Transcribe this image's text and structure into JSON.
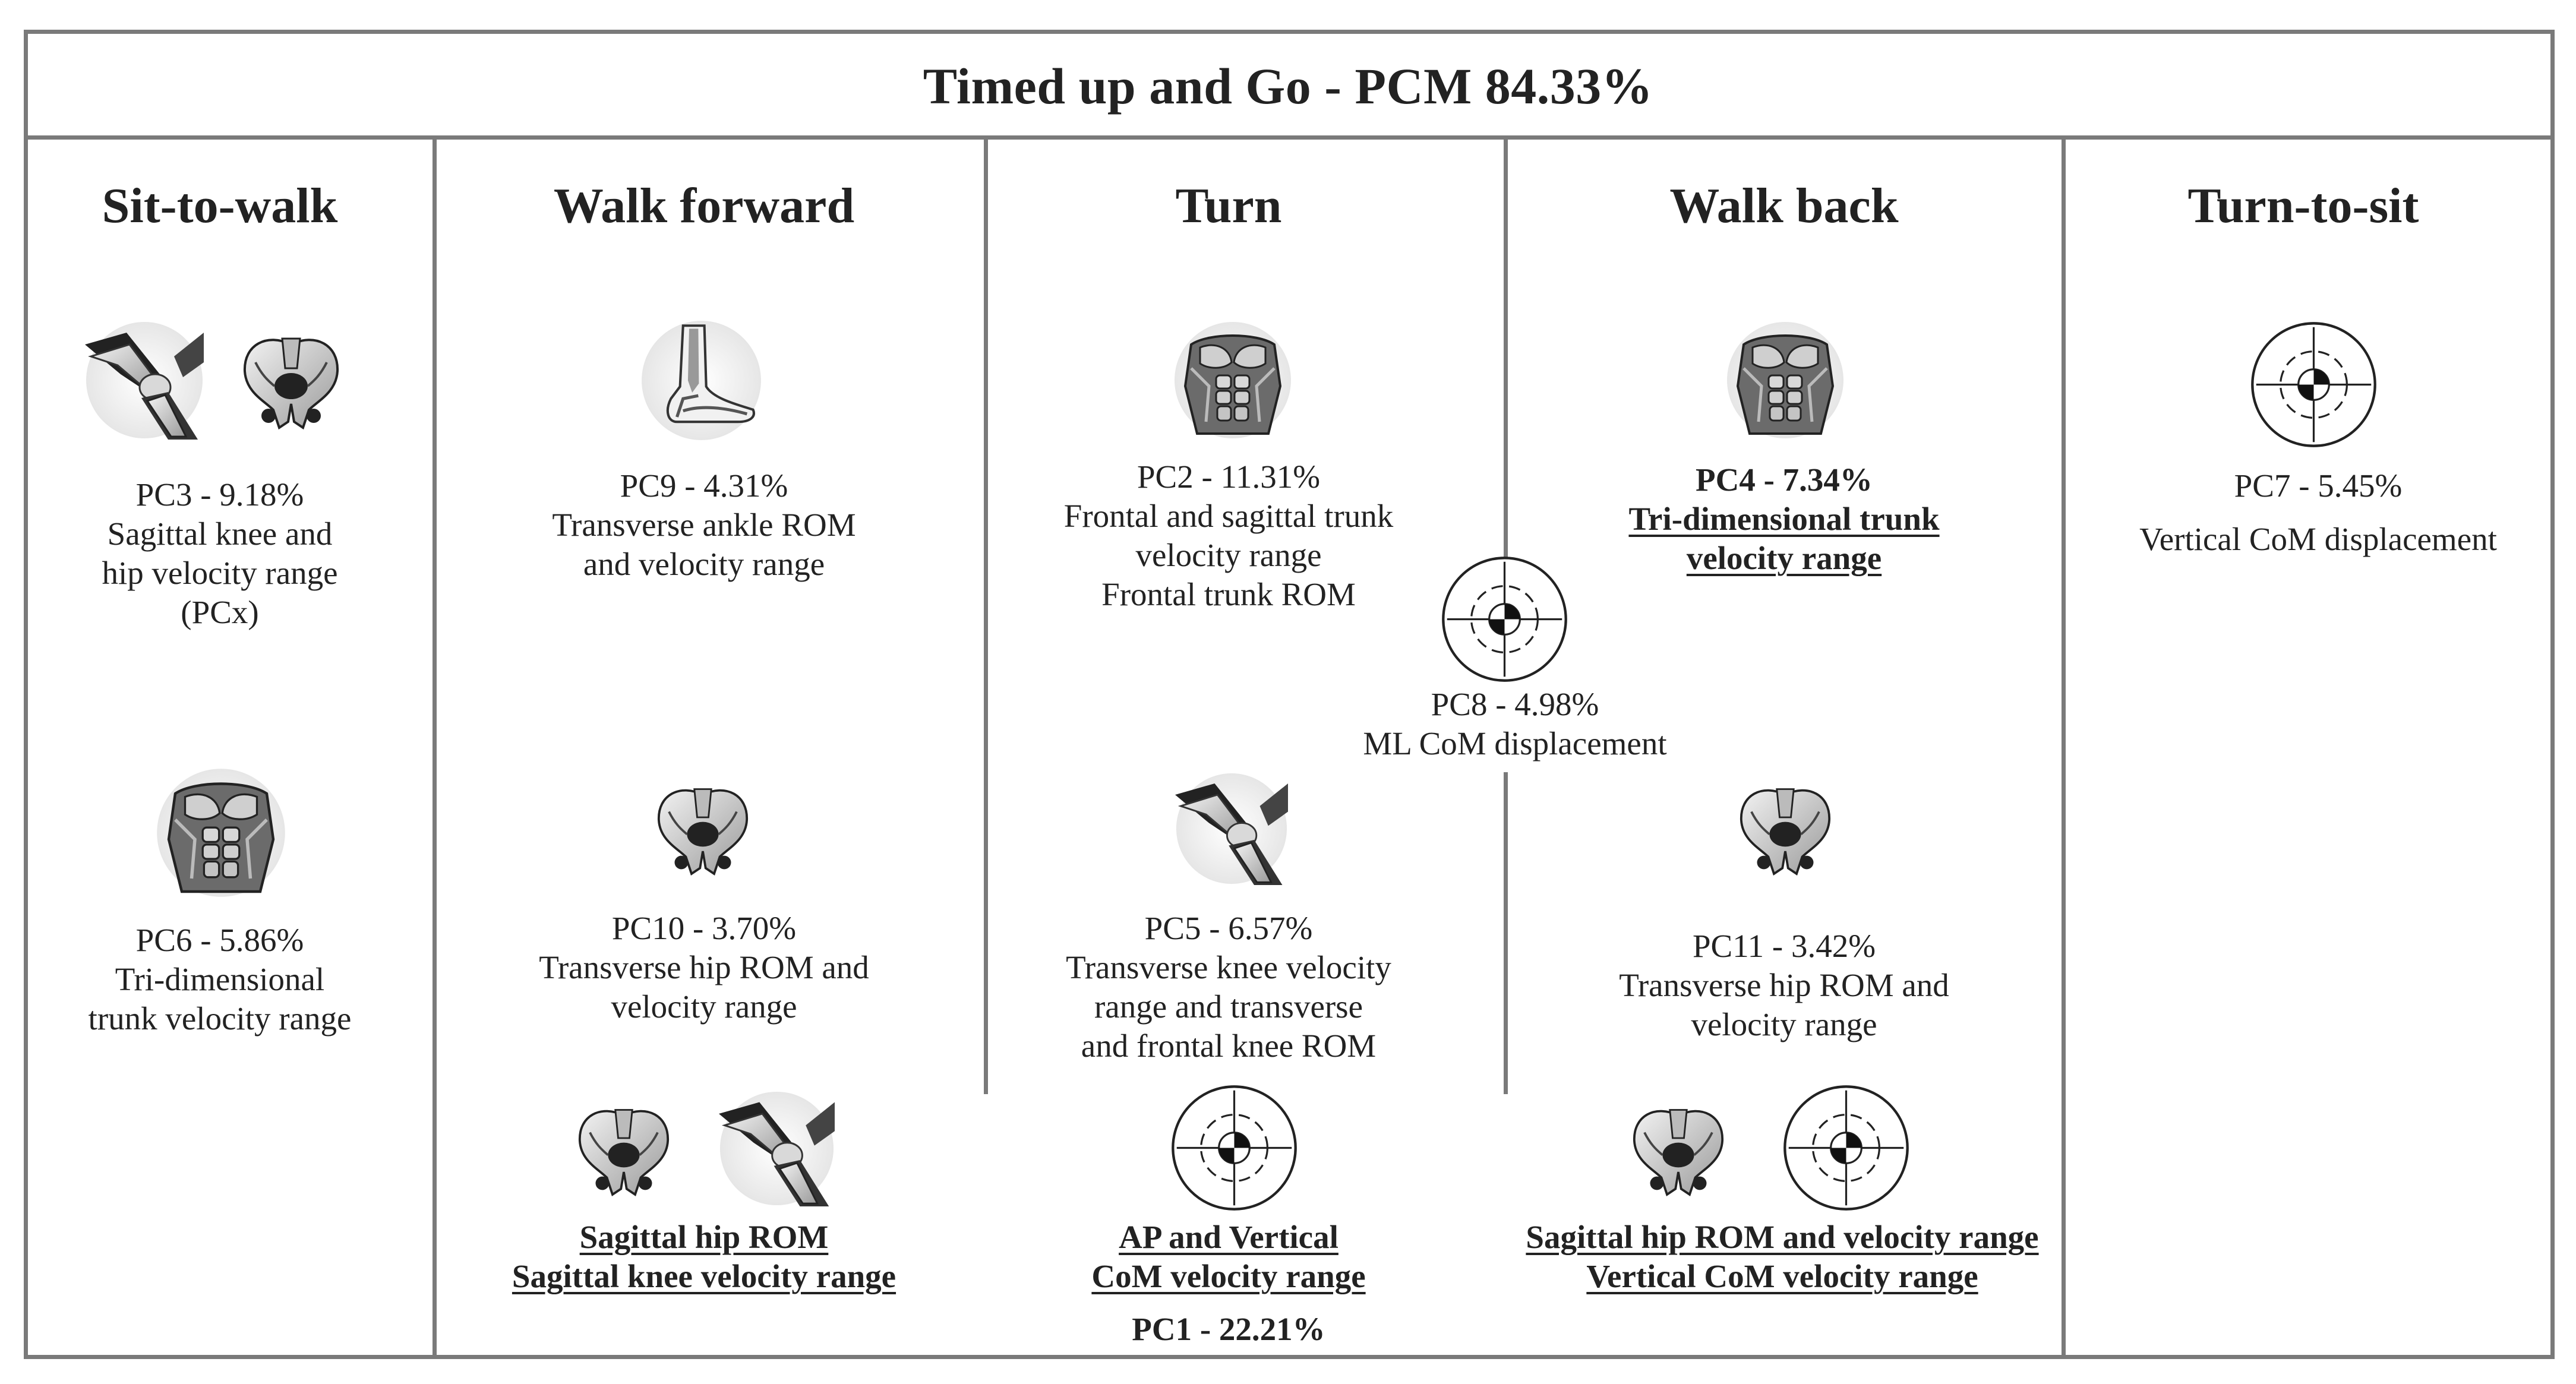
{
  "title": "Timed up and Go - PCM 84.33%",
  "phases": [
    "Sit-to-walk",
    "Walk forward",
    "Turn",
    "Walk back",
    "Turn-to-sit"
  ],
  "icons": {
    "knee": "knee-joint-icon",
    "hip": "pelvis-hip-icon",
    "ankle": "foot-ankle-icon",
    "trunk": "torso-trunk-icon",
    "com": "center-of-mass-target-icon"
  },
  "components": {
    "pc3": {
      "head": "PC3 - 9.18%",
      "l1": "Sagittal knee and",
      "l2": "hip velocity range",
      "l3": "(PCx)"
    },
    "pc6": {
      "head": "PC6 - 5.86%",
      "l1": "Tri-dimensional",
      "l2": "trunk velocity range"
    },
    "pc9": {
      "head": "PC9 - 4.31%",
      "l1": "Transverse ankle ROM",
      "l2": "and velocity range"
    },
    "pc10": {
      "head": "PC10 - 3.70%",
      "l1": "Transverse hip ROM and",
      "l2": "velocity range"
    },
    "pc2": {
      "head": "PC2 - 11.31%",
      "l1": "Frontal and sagittal trunk",
      "l2": "velocity range",
      "l3": "Frontal trunk ROM"
    },
    "pc8": {
      "head": "PC8 - 4.98%",
      "l1": "ML CoM displacement"
    },
    "pc5": {
      "head": "PC5 - 6.57%",
      "l1": "Transverse knee velocity",
      "l2": "range and transverse",
      "l3": "and frontal knee ROM"
    },
    "pc4": {
      "head": "PC4 - 7.34%",
      "l1": "Tri-dimensional trunk",
      "l2": "velocity range"
    },
    "pc11": {
      "head": "PC11 - 3.42%",
      "l1": "Transverse hip ROM and",
      "l2": "velocity range"
    },
    "pc7": {
      "head": "PC7 - 5.45%",
      "l1": "Vertical CoM displacement"
    },
    "pc1": {
      "head": "PC1 - 22.21%",
      "walk_forward": {
        "l1": "Sagittal hip ROM",
        "l2": "Sagittal knee velocity range"
      },
      "turn": {
        "l1": "AP and Vertical",
        "l2": "CoM velocity range"
      },
      "walk_back": {
        "l1": "Sagittal hip ROM and velocity range",
        "l2": "Vertical CoM velocity range"
      }
    }
  },
  "colors": {
    "frame": "#7a7a7a",
    "text": "#222222"
  }
}
